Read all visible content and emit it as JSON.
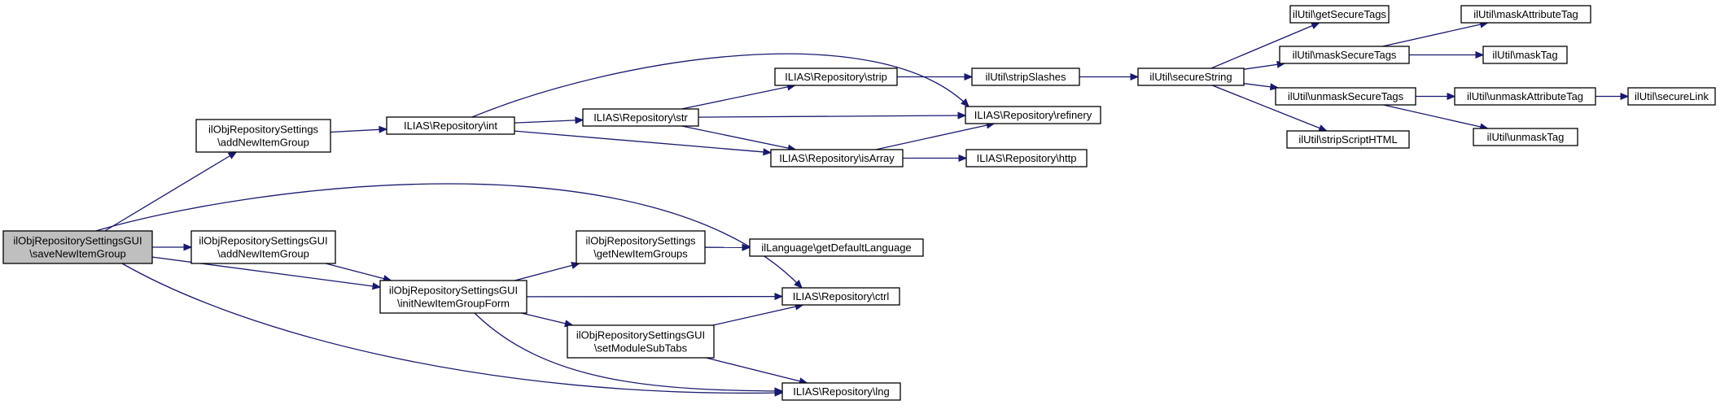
{
  "colors": {
    "edge": "#191970",
    "node_border": "#000000",
    "root_fill": "#bfbfbf",
    "node_fill": "#ffffff"
  },
  "nodes": [
    {
      "id": "saveNewItemGroup",
      "lines": [
        "ilObjRepositorySettingsGUI",
        "\\saveNewItemGroup"
      ],
      "root": true
    },
    {
      "id": "addNewItemGroup_settings",
      "lines": [
        "ilObjRepositorySettings",
        "\\addNewItemGroup"
      ]
    },
    {
      "id": "addNewItemGroup_gui",
      "lines": [
        "ilObjRepositorySettingsGUI",
        "\\addNewItemGroup"
      ]
    },
    {
      "id": "int",
      "lines": [
        "ILIAS\\Repository\\int"
      ]
    },
    {
      "id": "initNewItemGroupForm",
      "lines": [
        "ilObjRepositorySettingsGUI",
        "\\initNewItemGroupForm"
      ]
    },
    {
      "id": "str",
      "lines": [
        "ILIAS\\Repository\\str"
      ]
    },
    {
      "id": "strip",
      "lines": [
        "ILIAS\\Repository\\strip"
      ]
    },
    {
      "id": "isArray",
      "lines": [
        "ILIAS\\Repository\\isArray"
      ]
    },
    {
      "id": "getNewItemGroups",
      "lines": [
        "ilObjRepositorySettings",
        "\\getNewItemGroups"
      ]
    },
    {
      "id": "setModuleSubTabs",
      "lines": [
        "ilObjRepositorySettingsGUI",
        "\\setModuleSubTabs"
      ]
    },
    {
      "id": "ctrl",
      "lines": [
        "ILIAS\\Repository\\ctrl"
      ]
    },
    {
      "id": "lng",
      "lines": [
        "ILIAS\\Repository\\lng"
      ]
    },
    {
      "id": "getDefaultLanguage",
      "lines": [
        "ilLanguage\\getDefaultLanguage"
      ]
    },
    {
      "id": "stripSlashes",
      "lines": [
        "ilUtil\\stripSlashes"
      ]
    },
    {
      "id": "refinery",
      "lines": [
        "ILIAS\\Repository\\refinery"
      ]
    },
    {
      "id": "http",
      "lines": [
        "ILIAS\\Repository\\http"
      ]
    },
    {
      "id": "secureString",
      "lines": [
        "ilUtil\\secureString"
      ]
    },
    {
      "id": "getSecureTags",
      "lines": [
        "ilUtil\\getSecureTags"
      ]
    },
    {
      "id": "maskSecureTags",
      "lines": [
        "ilUtil\\maskSecureTags"
      ]
    },
    {
      "id": "unmaskSecureTags",
      "lines": [
        "ilUtil\\unmaskSecureTags"
      ]
    },
    {
      "id": "stripScriptHTML",
      "lines": [
        "ilUtil\\stripScriptHTML"
      ]
    },
    {
      "id": "maskAttributeTag",
      "lines": [
        "ilUtil\\maskAttributeTag"
      ]
    },
    {
      "id": "maskTag",
      "lines": [
        "ilUtil\\maskTag"
      ]
    },
    {
      "id": "unmaskAttributeTag",
      "lines": [
        "ilUtil\\unmaskAttributeTag"
      ]
    },
    {
      "id": "unmaskTag",
      "lines": [
        "ilUtil\\unmaskTag"
      ]
    },
    {
      "id": "secureLink",
      "lines": [
        "ilUtil\\secureLink"
      ]
    }
  ],
  "edges": [
    {
      "from": "saveNewItemGroup",
      "to": "addNewItemGroup_settings"
    },
    {
      "from": "saveNewItemGroup",
      "to": "ctrl"
    },
    {
      "from": "saveNewItemGroup",
      "to": "addNewItemGroup_gui"
    },
    {
      "from": "saveNewItemGroup",
      "to": "initNewItemGroupForm"
    },
    {
      "from": "saveNewItemGroup",
      "to": "lng"
    },
    {
      "from": "addNewItemGroup_settings",
      "to": "int"
    },
    {
      "from": "int",
      "to": "str"
    },
    {
      "from": "int",
      "to": "isArray"
    },
    {
      "from": "int",
      "to": "refinery"
    },
    {
      "from": "str",
      "to": "strip"
    },
    {
      "from": "str",
      "to": "refinery"
    },
    {
      "from": "str",
      "to": "isArray"
    },
    {
      "from": "strip",
      "to": "stripSlashes"
    },
    {
      "from": "stripSlashes",
      "to": "secureString"
    },
    {
      "from": "secureString",
      "to": "getSecureTags"
    },
    {
      "from": "secureString",
      "to": "maskSecureTags"
    },
    {
      "from": "secureString",
      "to": "unmaskSecureTags"
    },
    {
      "from": "secureString",
      "to": "stripScriptHTML"
    },
    {
      "from": "maskSecureTags",
      "to": "maskAttributeTag"
    },
    {
      "from": "maskSecureTags",
      "to": "maskTag"
    },
    {
      "from": "unmaskSecureTags",
      "to": "unmaskAttributeTag"
    },
    {
      "from": "unmaskSecureTags",
      "to": "unmaskTag"
    },
    {
      "from": "unmaskAttributeTag",
      "to": "secureLink"
    },
    {
      "from": "isArray",
      "to": "refinery"
    },
    {
      "from": "isArray",
      "to": "http"
    },
    {
      "from": "addNewItemGroup_gui",
      "to": "initNewItemGroupForm"
    },
    {
      "from": "initNewItemGroupForm",
      "to": "getNewItemGroups"
    },
    {
      "from": "initNewItemGroupForm",
      "to": "ctrl"
    },
    {
      "from": "initNewItemGroupForm",
      "to": "setModuleSubTabs"
    },
    {
      "from": "initNewItemGroupForm",
      "to": "lng"
    },
    {
      "from": "getNewItemGroups",
      "to": "getDefaultLanguage"
    },
    {
      "from": "setModuleSubTabs",
      "to": "ctrl"
    },
    {
      "from": "setModuleSubTabs",
      "to": "lng"
    }
  ]
}
